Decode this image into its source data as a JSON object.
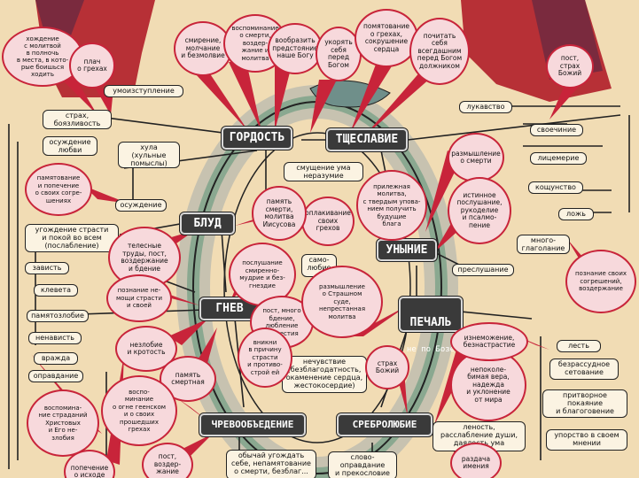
{
  "passions": {
    "pride": "ГОРДОСТЬ",
    "vainglory": "ТЩЕСЛАВИЕ",
    "fornication": "БЛУД",
    "despondency": "УНЫНИЕ",
    "anger": "ГНЕВ",
    "sorrow": "ПЕЧАЛЬ",
    "sorrow_sub": "не по Бозе",
    "gluttony": "ЧРЕВООБЪЕДЕНИЕ",
    "avarice": "СРЕБРОЛЮБИЕ"
  },
  "left_boxes": {
    "fear_cowardice": "страх,\nбоязливость",
    "condemn_love": "осуждение\nлюбви",
    "condemnation": "осуждение",
    "please_passions": "угождение страсти\nи покой во всем\n(послабление)",
    "envy": "зависть",
    "slander": "клевета",
    "rancor": "памятозлобие",
    "hatred": "ненависть",
    "enmity": "вражда",
    "justification": "оправдание",
    "imagination": "умоизступление",
    "blasphemy": "хула\n(хульные\nпомыслы)",
    "confusion": "смущение ума\nнеразумие",
    "self_love": "само-\nлюбие"
  },
  "right_boxes": {
    "craftiness": "лукавство",
    "self_will": "своечиние",
    "hypocrisy": "лицемерие",
    "sacrilege": "кощунство",
    "lie": "ложь",
    "verbosity": "много-\nглаголание",
    "disobedience": "преслушание",
    "flattery": "лесть",
    "hopeless": "безрассудное\nсетование",
    "false_repent": "притворное\nпокаяние\nи благоговение",
    "stubborn": "упорство в своем\nмнении",
    "insensibility": "нечувствие\n(безблагодатность,\nокаменение сердца,\nжестокосердие)",
    "laziness": "леность,\nрасслабление души,\nдаялость ума",
    "self_justify": "слово-\nоправдание\nи прекословие",
    "please_self": "обычай угождать\nсебе, непамятование\nо смерти, безблаг..."
  },
  "virtues": {
    "weeping": "хождение\nс молитвой\nв полночь\nв места, в кото-\nрые боишься\nходить",
    "cry_sins": "плач\nо грехах",
    "humility": "смирение,\nмолчание\nи безмолвие",
    "memory_death": "воспоминание\nо смерти, воздер-\nжание и молитва",
    "glorify": "вообразить\nпредстояние\nнаше Богу",
    "hide": "укорять\nсебя\nперед\nБогом",
    "remember_sins": "помятование\nо грехах,\nсокрушение\nсердца",
    "honor": "почитать\nсебя\nвсегдашним\nперед Богом\nдолжником",
    "fast_fear": "пост,\nстрах\nБожий",
    "attention_self": "памятование\nи попечение\nо своих согре-\nшениях",
    "reflect_death": "размышление\nо смерти",
    "true_obedience": "истинное\nпослушание,\nрукоделие\nи псалмо-\nпение",
    "prayer_hope": "прилежная\nмолитва,\nс твердым упова-\nнием получить\nбудущие\nблага",
    "weep_sins": "оплакивание\nсвоих\nгрехов",
    "memory_jesus": "память\nсмерти,\nмолитва\nИисусова",
    "bodily": "телесные\nтруды, пост,\nвоздержание\nи бдение",
    "knowledge": "познание не-\nмощи страсти\nи своей",
    "thought": "послушание\nсмиренно-\nмудрие и без-\nгнездие",
    "repent_knowing": "познание своих\nсогрешений,\nвоздержание",
    "gentle": "незлобие\nи кротость",
    "memory_death2": "память\nсмертная",
    "recall_gehenna": "воспо-\nминание\nо огне геенском\nи о своих\nпрошедших\nгрехах",
    "fasting2": "пост, много бдение,\nлюбление\nбезчестия",
    "obedience2": "вникни\nв причину\nстрасти\nи противо-\nстрой ей",
    "reflect_judgement": "размышление\nо Страшном\nсуде,\nнепрестанная\nмолитва",
    "fear_god": "страх\nБожий",
    "unshaken_faith": "непоколе-\nбимая вера,\nнадежда\nи уклонение\nот мира",
    "compassion": "воспомина-\nние страданий\nХристовых\nи Его не-\nзлобия",
    "post_abstain": "пост,\nвоздер-\nжание",
    "fear_hidden": "попечение\nо исходе",
    "cowardice_red": "изнеможение,\nбезнастрастие",
    "almsgiving": "раздача\nимения"
  }
}
